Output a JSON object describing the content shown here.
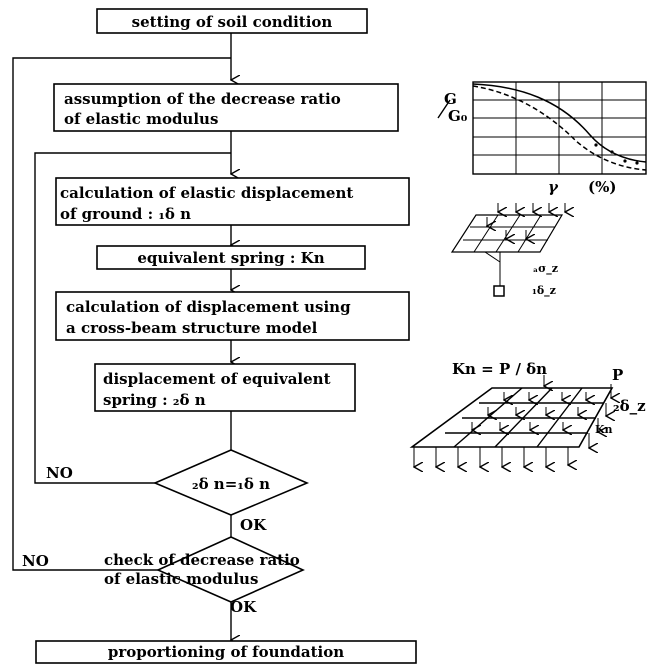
{
  "flowchart": {
    "steps": [
      "setting of soil condition",
      "assumption of the decrease ratio",
      "of elastic modulus",
      "calculation of elastic displacement",
      "of ground : ₁δ n",
      "equivalent spring : Kn",
      "calculation of displacement using",
      "a cross-beam structure model",
      "displacement of equivalent",
      "spring : ₂δ n",
      "proportioning of foundation"
    ],
    "decision1": "₂δ n=₁δ n",
    "decision2_line1": "check of  decrease ratio",
    "decision2_line2": "of elastic modulus",
    "no_label": "NO",
    "ok_label": "OK"
  },
  "graph": {
    "ylabel_top": "G",
    "ylabel_bottom": "G₀",
    "xlabel_symbol": "γ",
    "xlabel_unit": "(%)"
  },
  "model": {
    "stress_label": "ₐσ_z",
    "disp_label": "₁δ_z"
  },
  "grid_model": {
    "formula": "Kn =  P / δn",
    "p_label": "P",
    "disp_label": "₂δ_z",
    "kn_label": "Kn"
  }
}
